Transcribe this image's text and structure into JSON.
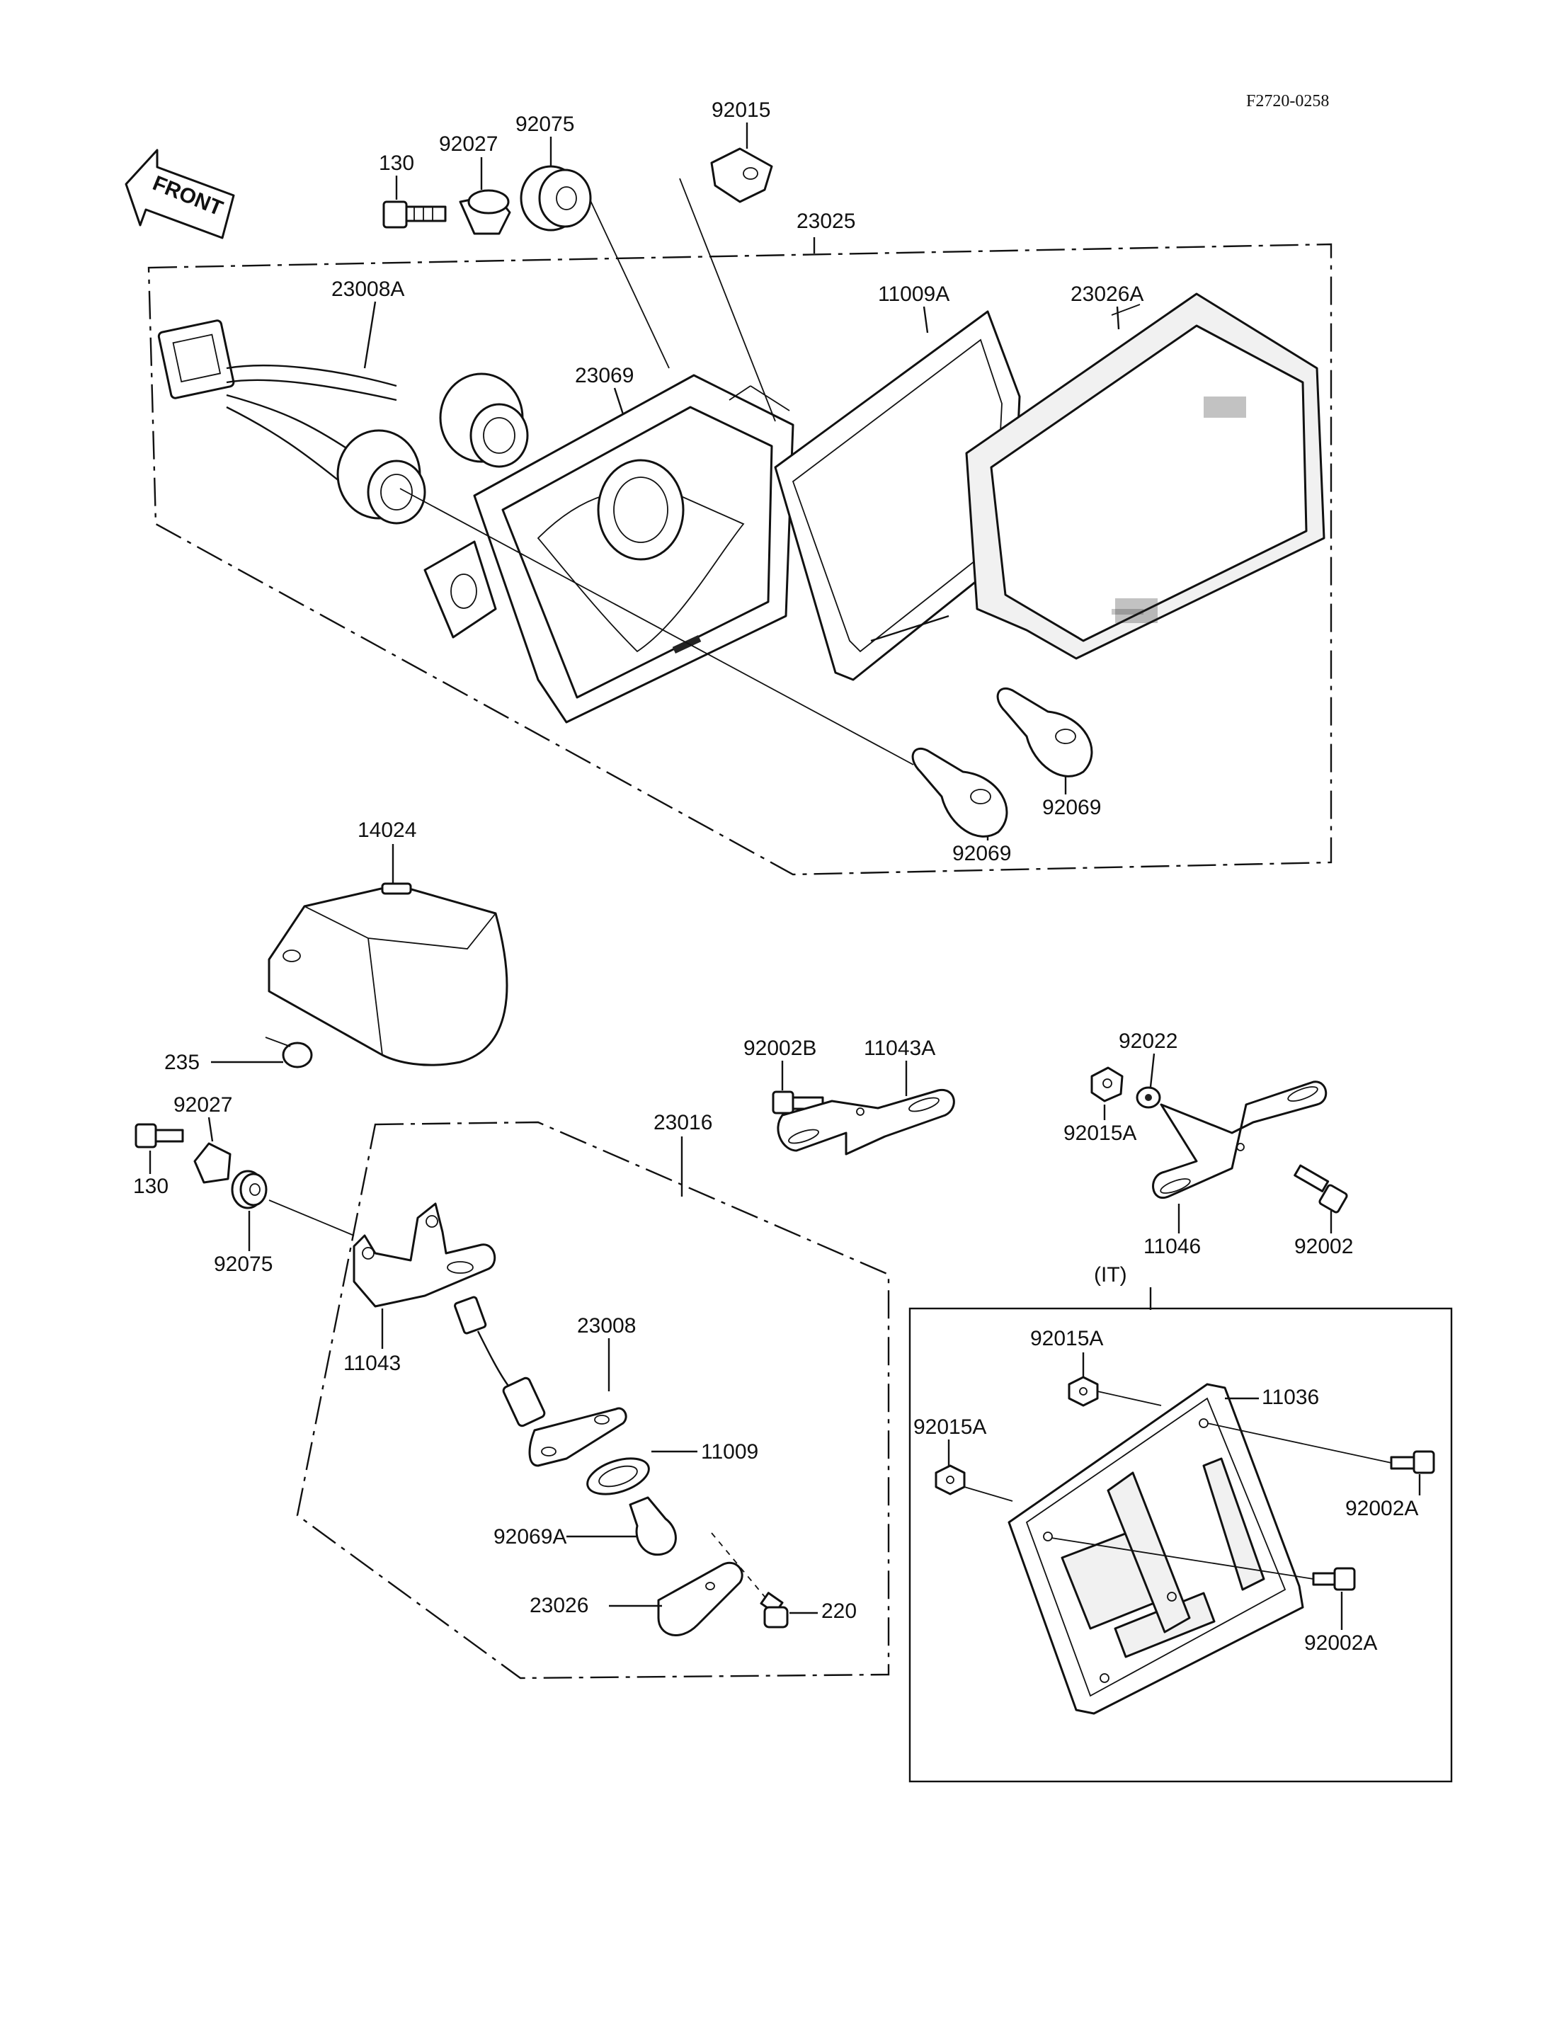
{
  "diagram_code": "F2720-0258",
  "front_label": "FRONT",
  "region_label": "(IT)",
  "labels": {
    "p130_top": "130",
    "p92027_top": "92027",
    "p92075_top": "92075",
    "p92015": "92015",
    "p23025": "23025",
    "p23008A": "23008A",
    "p23069": "23069",
    "p11009A": "11009A",
    "p23026A": "23026A",
    "p92069_right": "92069",
    "p92069_mid": "92069",
    "p14024": "14024",
    "p235": "235",
    "p92002B": "92002B",
    "p11043A": "11043A",
    "p92022": "92022",
    "p92015A_mid": "92015A",
    "p11046": "11046",
    "p92002": "92002",
    "p92027_bot": "92027",
    "p130_bot": "130",
    "p92075_bot": "92075",
    "p23016": "23016",
    "p11043": "11043",
    "p23008": "23008",
    "p11009": "11009",
    "p92069A": "92069A",
    "p23026": "23026",
    "p220": "220",
    "p92015A_box1": "92015A",
    "p11036": "11036",
    "p92015A_box2": "92015A",
    "p92002A_1": "92002A",
    "p92002A_2": "92002A"
  }
}
